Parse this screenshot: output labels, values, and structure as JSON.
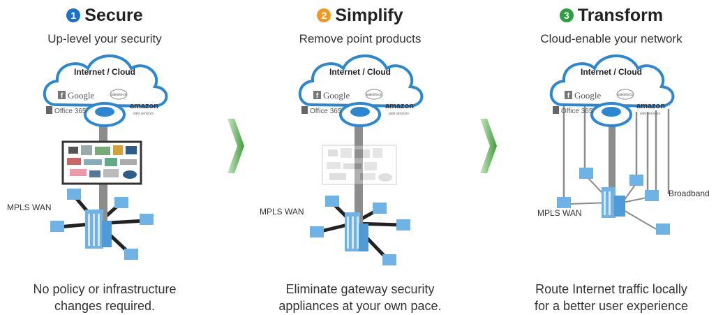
{
  "colors": {
    "badge1": "#1a73c9",
    "badge2": "#f29a1f",
    "badge3": "#2e9e3e",
    "cloud_stroke": "#2b87d1",
    "building": "#6fb3e6",
    "arrow": "#4caf50"
  },
  "panels": [
    {
      "badge": "1",
      "title": "Secure",
      "subtitle": "Up-level your security",
      "cloud_title": "Internet / Cloud",
      "logos": {
        "facebook": "f",
        "google": "Google",
        "office": "Office 365",
        "salesforce": "salesforce",
        "amazon": "amazon",
        "aws": "web services"
      },
      "wan_label": "MPLS WAN",
      "bottom_line1": "No policy or infrastructure",
      "bottom_line2": "changes required."
    },
    {
      "badge": "2",
      "title": "Simplify",
      "subtitle": "Remove point products",
      "cloud_title": "Internet / Cloud",
      "logos": {
        "facebook": "f",
        "google": "Google",
        "office": "Office 365",
        "salesforce": "salesforce",
        "amazon": "amazon",
        "aws": "web services"
      },
      "wan_label": "MPLS WAN",
      "bottom_line1": "Eliminate gateway security",
      "bottom_line2": "appliances at your own pace."
    },
    {
      "badge": "3",
      "title": "Transform",
      "subtitle": "Cloud-enable your network",
      "cloud_title": "Internet / Cloud",
      "logos": {
        "facebook": "f",
        "google": "Google",
        "office": "Office 365",
        "salesforce": "salesforce",
        "amazon": "amazon",
        "aws": "web services"
      },
      "wan_label": "MPLS WAN",
      "broadband_label": "Broadband",
      "bottom_line1": "Route Internet traffic locally",
      "bottom_line2": "for a better user experience"
    }
  ]
}
